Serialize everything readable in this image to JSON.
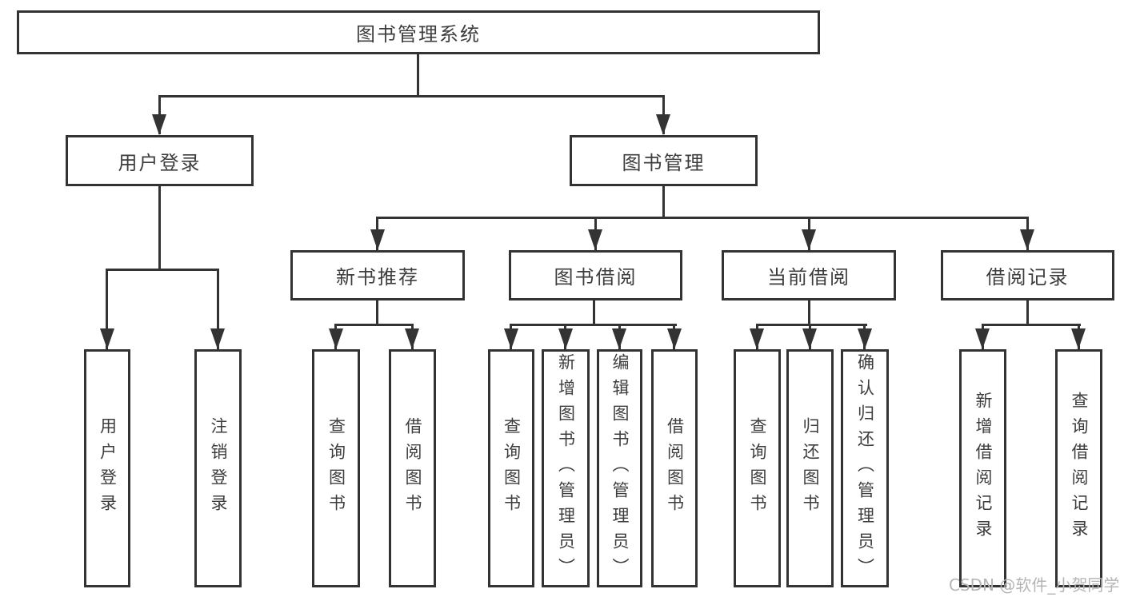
{
  "tree": {
    "root": "图书管理系统",
    "branches": [
      {
        "label": "用户登录",
        "children": [
          "用户登录",
          "注销登录"
        ]
      },
      {
        "label": "图书管理",
        "modules": [
          {
            "label": "新书推荐",
            "children": [
              "查询图书",
              "借阅图书"
            ]
          },
          {
            "label": "图书借阅",
            "children": [
              "查询图书",
              "新增图书（管理员）",
              "编辑图书（管理员）",
              "借阅图书"
            ]
          },
          {
            "label": "当前借阅",
            "children": [
              "查询图书",
              "归还图书",
              "确认归还（管理员）"
            ]
          },
          {
            "label": "借阅记录",
            "children": [
              "新增借阅记录",
              "查询借阅记录"
            ]
          }
        ]
      }
    ]
  },
  "watermark": "CSDN @软件_小贺同学",
  "colors": {
    "line": "#333333",
    "text": "#3d3d3d",
    "watermark": "#b5b5b5",
    "background": "#ffffff"
  }
}
